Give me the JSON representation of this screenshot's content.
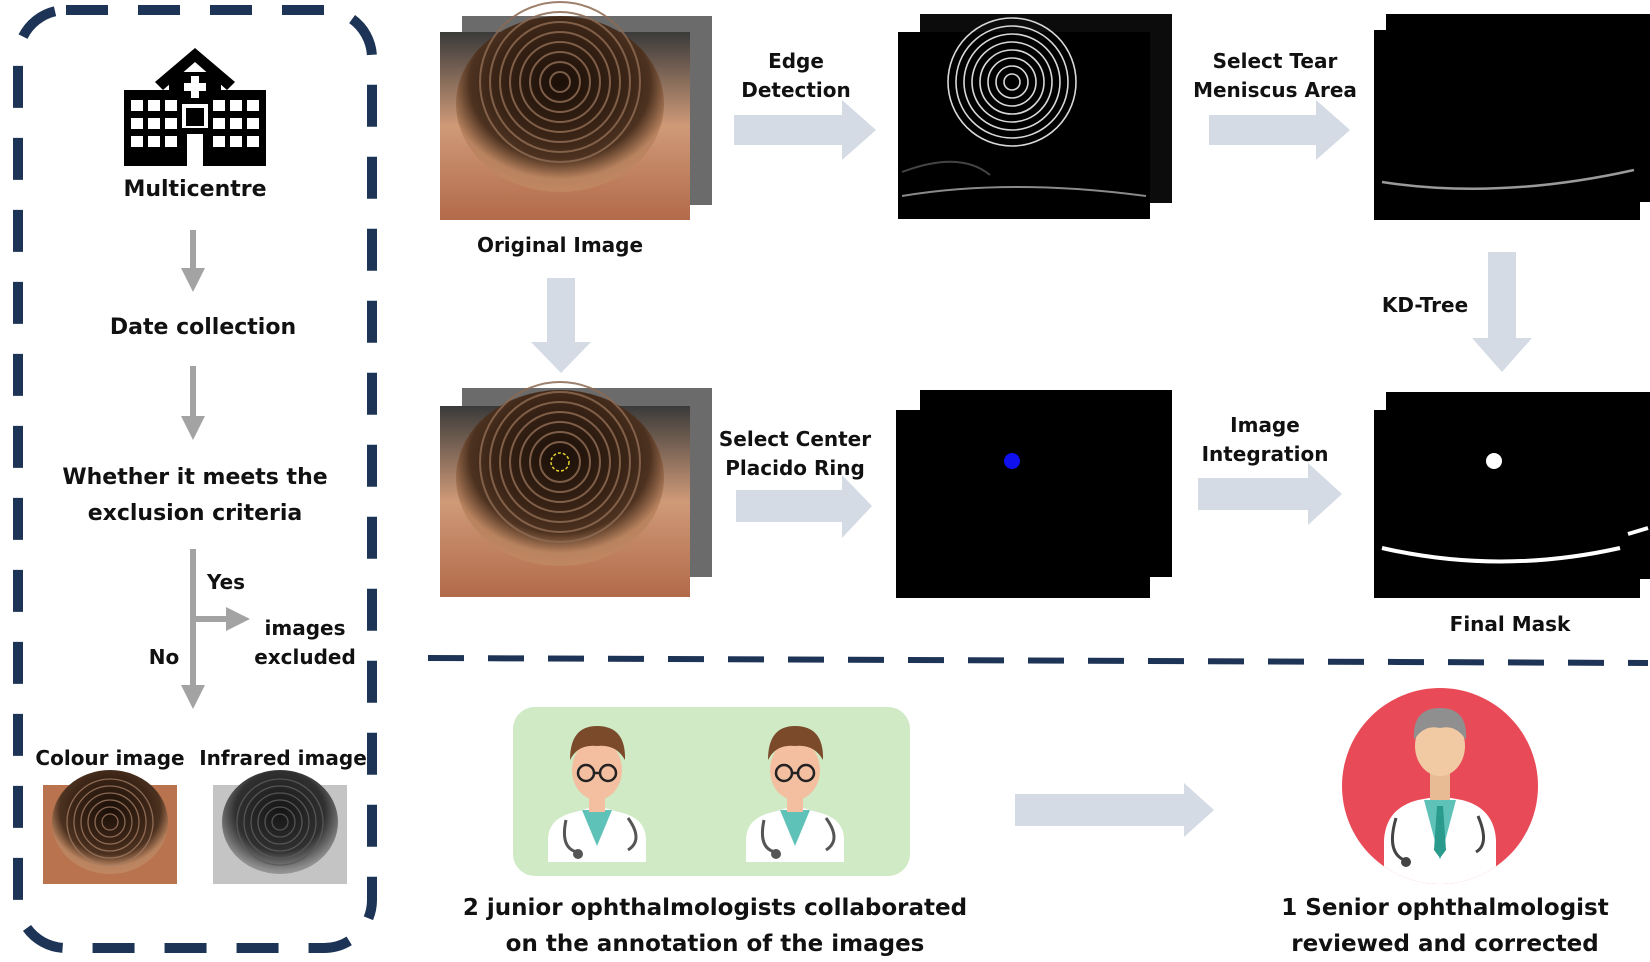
{
  "left_panel": {
    "hospital_label": "Multicentre",
    "step_collection": "Date collection",
    "step_criteria": "Whether it meets the\nexclusion criteria",
    "branch_yes": "Yes",
    "branch_excluded": "images\nexcluded",
    "branch_no": "No",
    "colour_label": "Colour image",
    "infrared_label": "Infrared image"
  },
  "pipeline": {
    "original_image_label": "Original Image",
    "edge_detection_label": "Edge\nDetection",
    "select_tear_label": "Select Tear\nMeniscus Area",
    "kd_tree_label": "KD-Tree",
    "select_center_label": "Select Center\nPlacido Ring",
    "image_integration_label": "Image\nIntegration",
    "final_mask_label": "Final Mask"
  },
  "annotation": {
    "junior_label": "2 junior ophthalmologists collaborated\non the annotation of the images",
    "senior_label": "1 Senior ophthalmologist\nreviewed and corrected"
  },
  "colors": {
    "dashed_border": "#1e3456",
    "flow_arrow": "#d4dbe5",
    "small_arrow": "#a3a3a3",
    "junior_panel": "#cfeac4",
    "senior_circle": "#e84b57",
    "center_dot": "#1010ee"
  }
}
